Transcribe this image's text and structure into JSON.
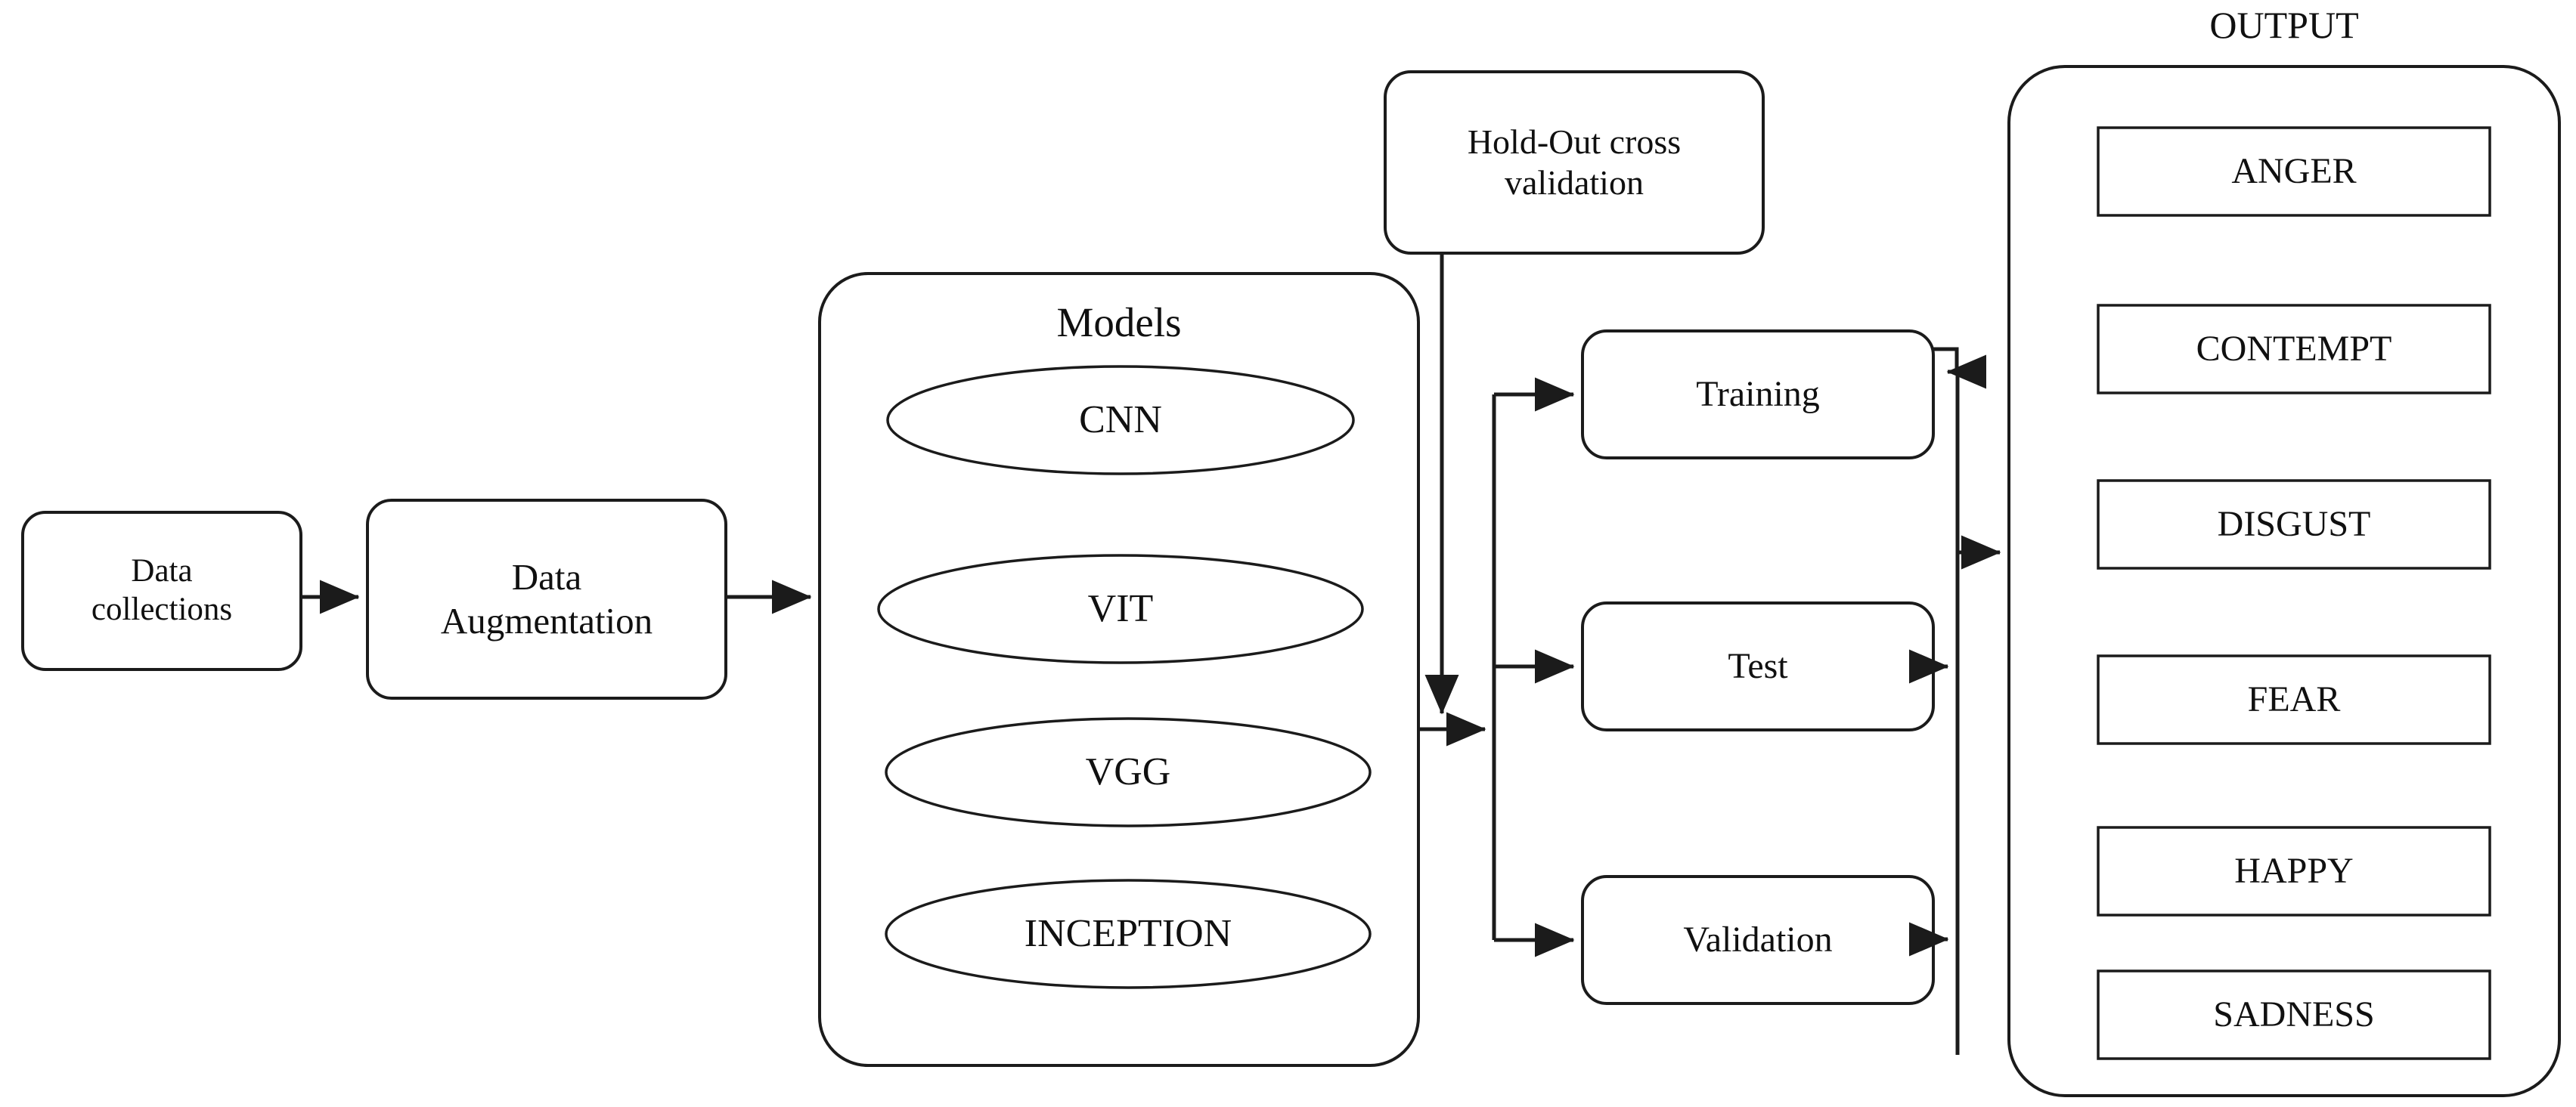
{
  "diagram": {
    "title": "Facial Emotion Recognition Pipeline Flowchart",
    "background_color": "#ffffff",
    "line_color": "#1b1b1b",
    "text_color": "#101010"
  },
  "nodes": {
    "data_collections": {
      "label": "Data\ncollections",
      "shape": "rounded-rect"
    },
    "data_augmentation": {
      "label": "Data\nAugmentation",
      "shape": "rounded-rect"
    },
    "models_group": {
      "label": "Models",
      "shape": "rounded-rect-container"
    },
    "holdout": {
      "label": "Hold-Out cross\nvalidation",
      "shape": "rounded-rect"
    },
    "output_group": {
      "label": "OUTPUT",
      "shape": "rounded-rect-container"
    }
  },
  "models": [
    {
      "label": "CNN",
      "shape": "ellipse"
    },
    {
      "label": "VIT",
      "shape": "ellipse"
    },
    {
      "label": "VGG",
      "shape": "ellipse"
    },
    {
      "label": "INCEPTION",
      "shape": "ellipse"
    }
  ],
  "splits": [
    {
      "label": "Training",
      "shape": "rounded-rect"
    },
    {
      "label": "Test",
      "shape": "rounded-rect"
    },
    {
      "label": "Validation",
      "shape": "rounded-rect"
    }
  ],
  "outputs": [
    {
      "label": "ANGER",
      "shape": "rect"
    },
    {
      "label": "CONTEMPT",
      "shape": "rect"
    },
    {
      "label": "DISGUST",
      "shape": "rect"
    },
    {
      "label": "FEAR",
      "shape": "rect"
    },
    {
      "label": "HAPPY",
      "shape": "rect"
    },
    {
      "label": "SADNESS",
      "shape": "rect"
    }
  ],
  "flow_edges": [
    {
      "from": "data_collections",
      "to": "data_augmentation",
      "arrow": true
    },
    {
      "from": "data_augmentation",
      "to": "models_group",
      "arrow": true
    },
    {
      "from": "models_group",
      "to": "split_bus",
      "arrow": true
    },
    {
      "from": "holdout",
      "to": "split_bus",
      "arrow": true
    },
    {
      "from": "split_bus",
      "to": "Training",
      "arrow": true
    },
    {
      "from": "split_bus",
      "to": "Test",
      "arrow": true
    },
    {
      "from": "split_bus",
      "to": "Validation",
      "arrow": true
    },
    {
      "from": "Training",
      "to": "output_bus",
      "arrow": true
    },
    {
      "from": "Test",
      "to": "output_bus",
      "arrow": true
    },
    {
      "from": "Validation",
      "to": "output_bus",
      "arrow": true
    },
    {
      "from": "output_bus",
      "to": "output_group",
      "arrow": true
    }
  ]
}
